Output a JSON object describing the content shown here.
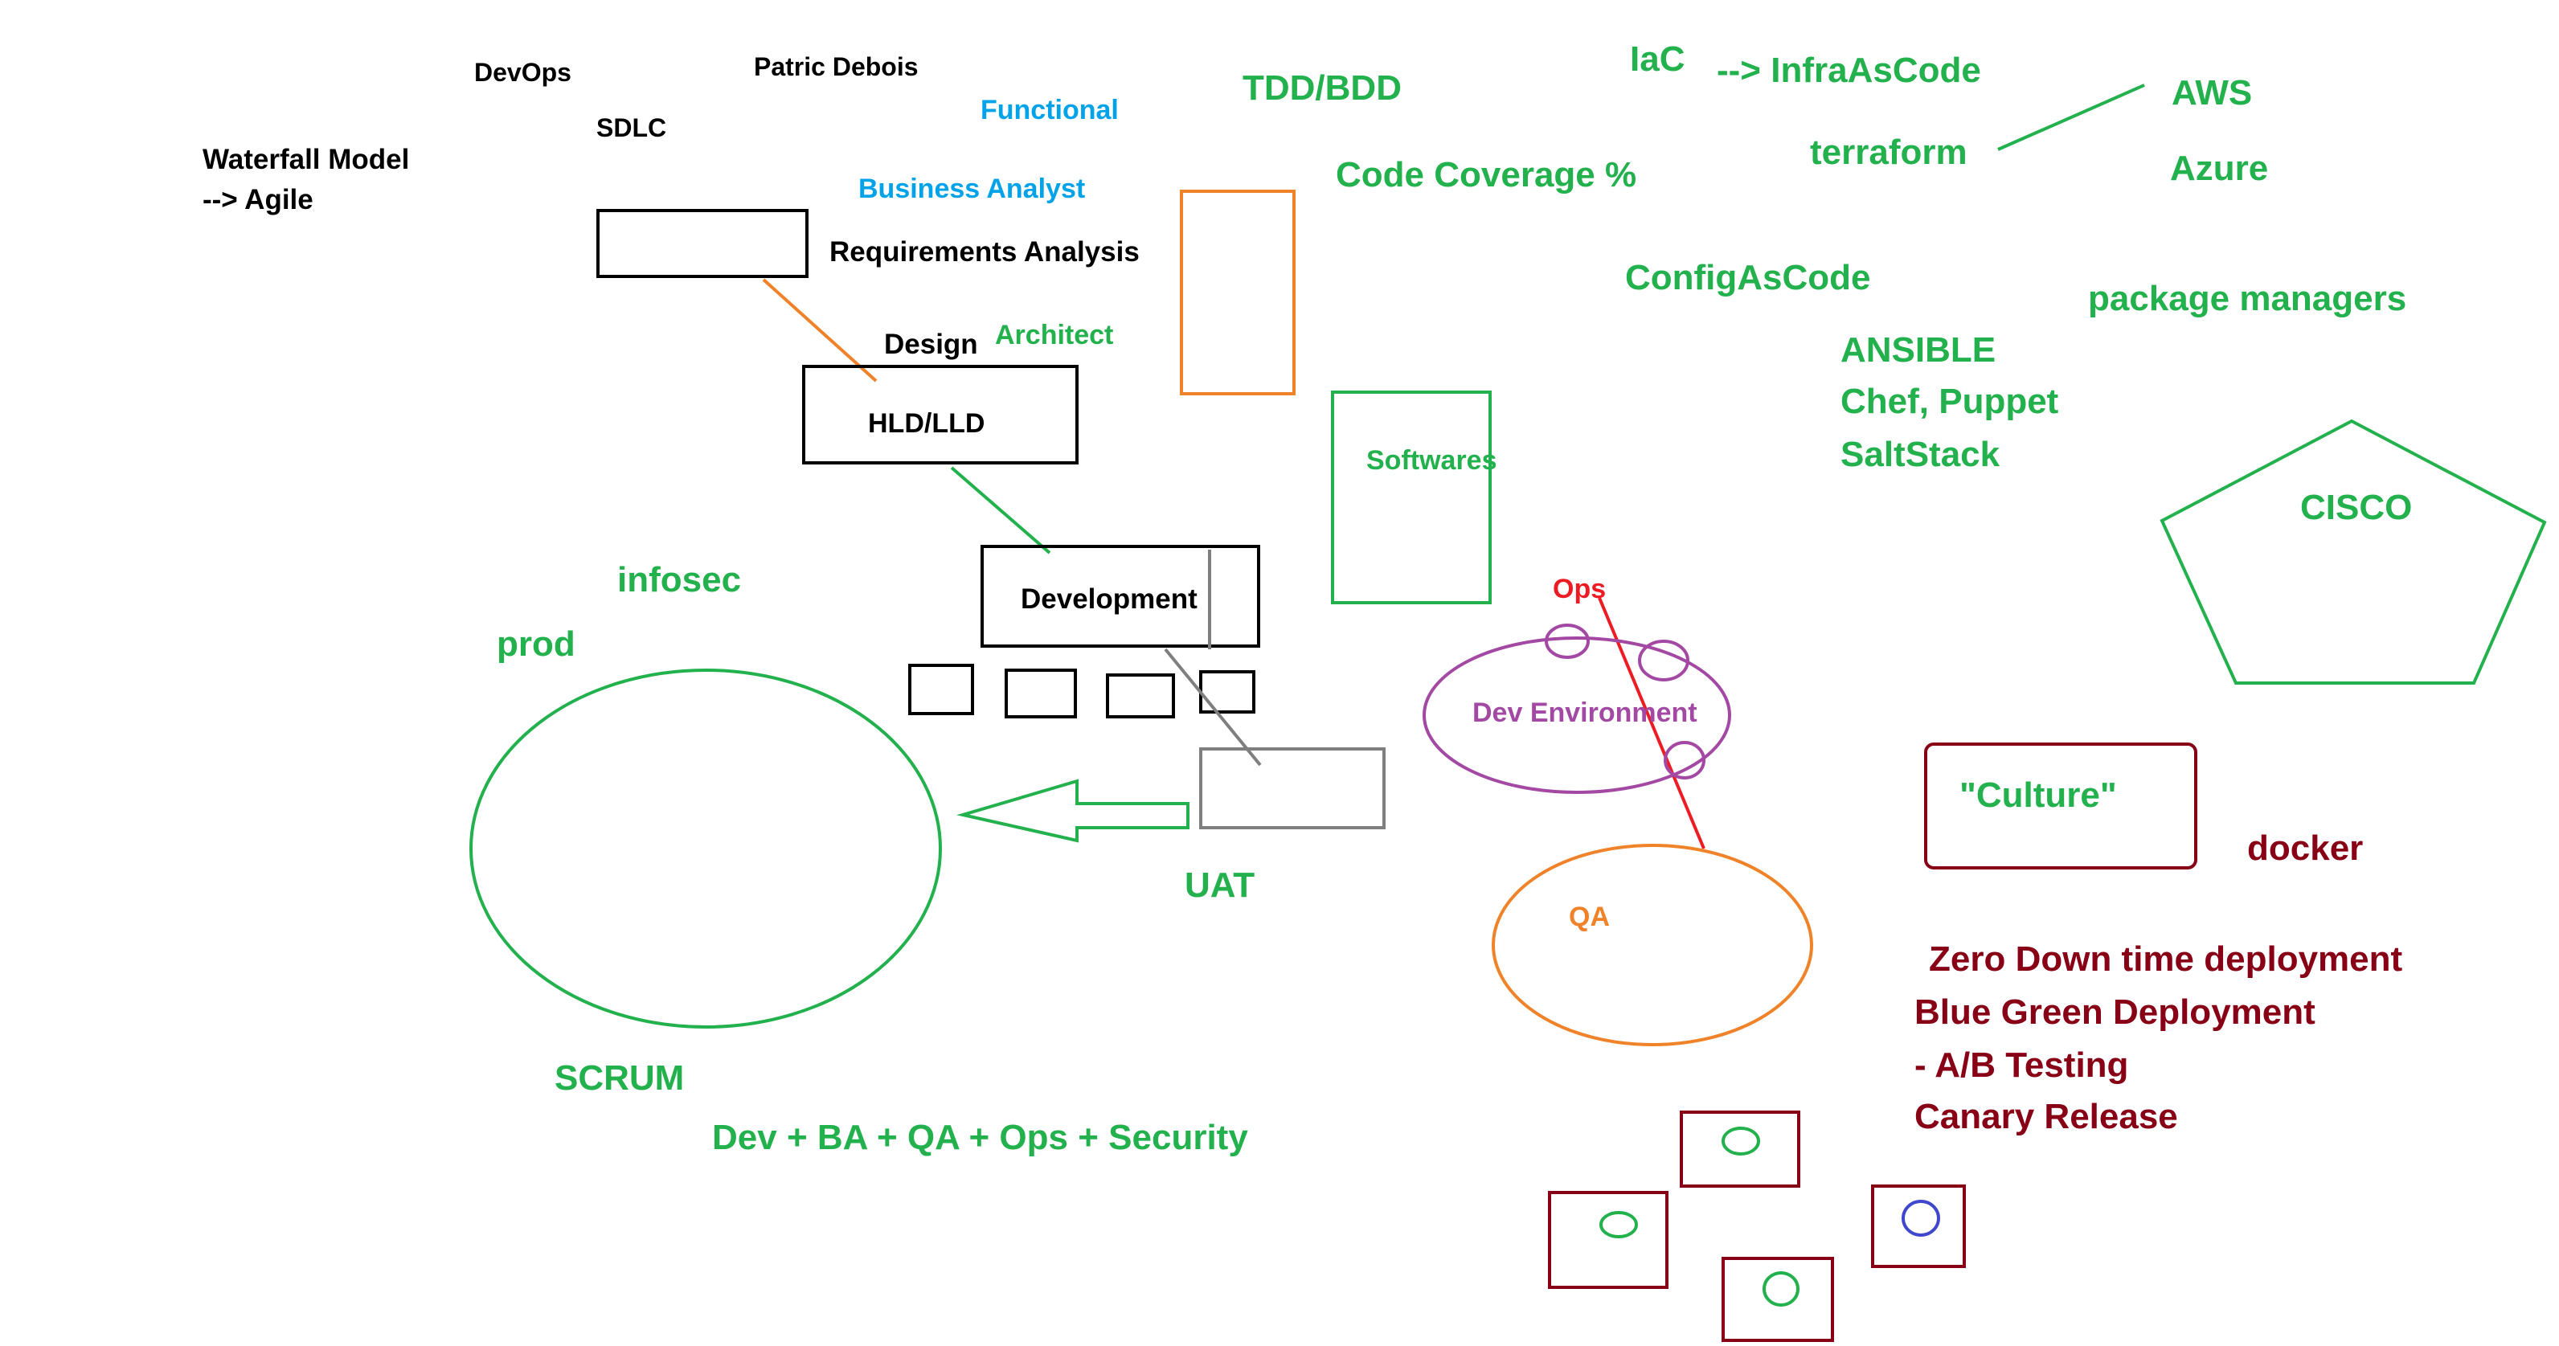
{
  "palette": {
    "black": "#000000",
    "green": "#22b14c",
    "blue": "#00a2e8",
    "orange": "#f0832a",
    "gray": "#7f7f7f",
    "purple": "#a349a4",
    "red": "#ed1c24",
    "maroon": "#880015",
    "navy": "#3f48cc"
  },
  "labels": {
    "devops": "DevOps",
    "patric_debois": "Patric Debois",
    "sdlc": "SDLC",
    "waterfall_model": "Waterfall Model",
    "agile": "--> Agile",
    "functional": "Functional",
    "business_analyst": "Business Analyst",
    "requirements_analysis": "Requirements Analysis",
    "design": "Design",
    "architect": "Architect",
    "hld_lld": "HLD/LLD",
    "development": "Development",
    "infosec": "infosec",
    "prod": "prod",
    "uat": "UAT",
    "scrum": "SCRUM",
    "team_formula": "Dev + BA + QA + Ops + Security",
    "tdd_bdd": "TDD/BDD",
    "code_coverage": "Code Coverage %",
    "softwares": "Softwares",
    "ops": "Ops",
    "dev_environment": "Dev Environment",
    "qa": "QA",
    "iac": "IaC",
    "infra_as_code": "--> InfraAsCode",
    "terraform": "terraform",
    "aws": "AWS",
    "azure": "Azure",
    "config_as_code": "ConfigAsCode",
    "package_managers": "package managers",
    "ansible": "ANSIBLE",
    "chef_puppet": "Chef, Puppet",
    "saltstack": "SaltStack",
    "cisco": "CISCO",
    "culture": "\"Culture\"",
    "docker": "docker",
    "zero_downtime": "Zero Down time deployment",
    "blue_green": "Blue Green Deployment",
    "ab_testing": "- A/B Testing",
    "canary_release": "Canary Release"
  }
}
